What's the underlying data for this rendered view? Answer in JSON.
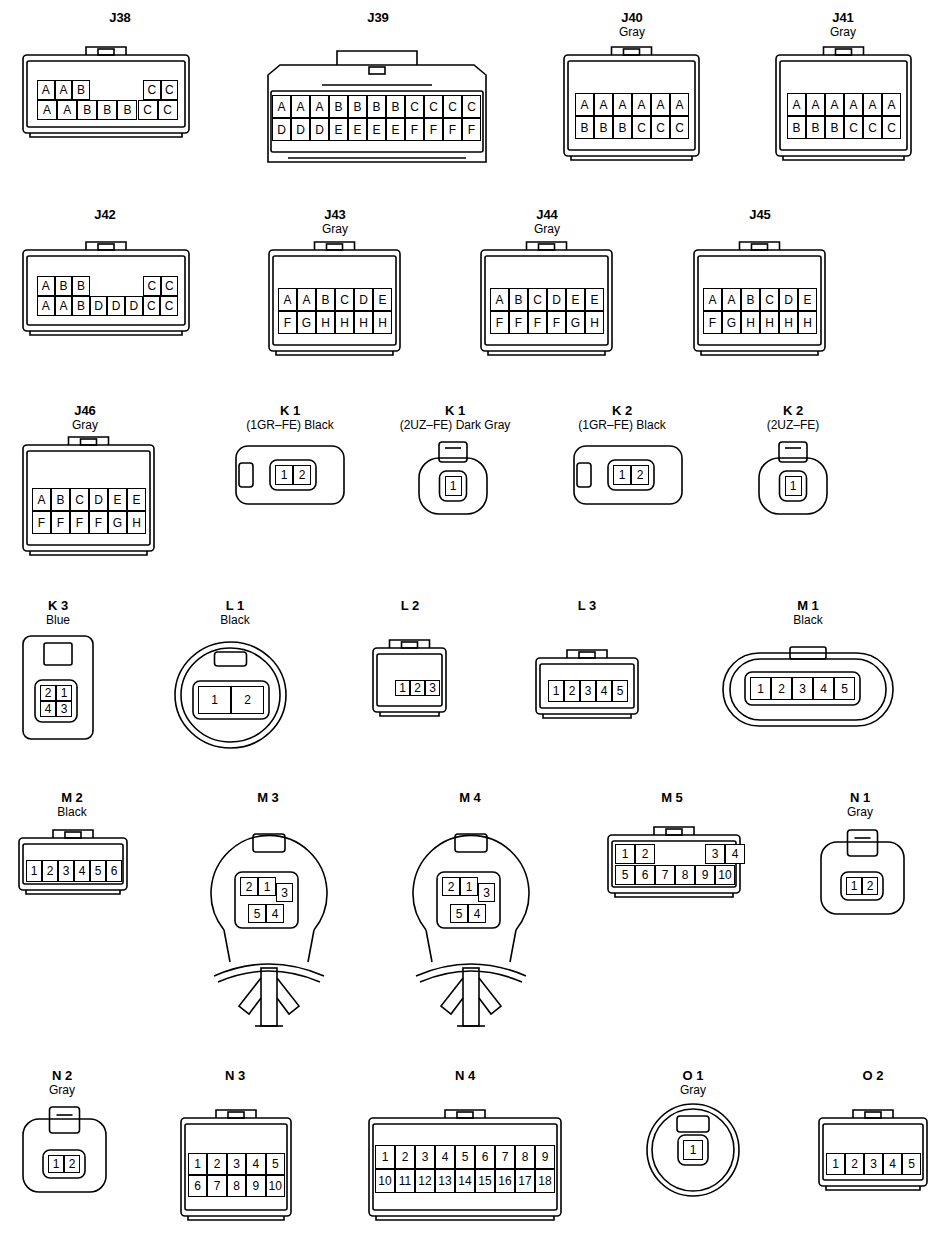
{
  "diagram": {
    "nodes": [
      {
        "text": [
          "J38"
        ]
      },
      {
        "text": [
          "A"
        ],
        "in": 0
      },
      {
        "text": [
          "A"
        ],
        "in": 0
      },
      {
        "text": [
          "B"
        ],
        "in": 0
      },
      {
        "text": [
          "C"
        ],
        "in": 0
      },
      {
        "text": [
          "C"
        ],
        "in": 0
      },
      {
        "text": [
          "A"
        ],
        "in": 0
      },
      {
        "text": [
          "A"
        ],
        "in": 0
      },
      {
        "text": [
          "B"
        ],
        "in": 0
      },
      {
        "text": [
          "B"
        ],
        "in": 0
      },
      {
        "text": [
          "B"
        ],
        "in": 0
      },
      {
        "text": [
          "C"
        ],
        "in": 0
      },
      {
        "text": [
          "C"
        ],
        "in": 0
      },
      {
        "text": [
          "J39"
        ]
      },
      {
        "text": [
          "A"
        ],
        "in": 13
      },
      {
        "text": [
          "A"
        ],
        "in": 13
      },
      {
        "text": [
          "A"
        ],
        "in": 13
      },
      {
        "text": [
          "B"
        ],
        "in": 13
      },
      {
        "text": [
          "B"
        ],
        "in": 13
      },
      {
        "text": [
          "B"
        ],
        "in": 13
      },
      {
        "text": [
          "B"
        ],
        "in": 13
      },
      {
        "text": [
          "C"
        ],
        "in": 13
      },
      {
        "text": [
          "C"
        ],
        "in": 13
      },
      {
        "text": [
          "C"
        ],
        "in": 13
      },
      {
        "text": [
          "C"
        ],
        "in": 13
      },
      {
        "text": [
          "D"
        ],
        "in": 13
      },
      {
        "text": [
          "D"
        ],
        "in": 13
      },
      {
        "text": [
          "D"
        ],
        "in": 13
      },
      {
        "text": [
          "E"
        ],
        "in": 13
      },
      {
        "text": [
          "E"
        ],
        "in": 13
      },
      {
        "text": [
          "E"
        ],
        "in": 13
      },
      {
        "text": [
          "E"
        ],
        "in": 13
      },
      {
        "text": [
          "F"
        ],
        "in": 13
      },
      {
        "text": [
          "F"
        ],
        "in": 13
      },
      {
        "text": [
          "F"
        ],
        "in": 13
      },
      {
        "text": [
          "F"
        ],
        "in": 13
      },
      {
        "text": [
          "J40",
          "Gray"
        ]
      },
      {
        "text": [
          "A"
        ],
        "in": 36
      },
      {
        "text": [
          "A"
        ],
        "in": 36
      },
      {
        "text": [
          "A"
        ],
        "in": 36
      },
      {
        "text": [
          "A"
        ],
        "in": 36
      },
      {
        "text": [
          "A"
        ],
        "in": 36
      },
      {
        "text": [
          "A"
        ],
        "in": 36
      },
      {
        "text": [
          "B"
        ],
        "in": 36
      },
      {
        "text": [
          "B"
        ],
        "in": 36
      },
      {
        "text": [
          "B"
        ],
        "in": 36
      },
      {
        "text": [
          "C"
        ],
        "in": 36
      },
      {
        "text": [
          "C"
        ],
        "in": 36
      },
      {
        "text": [
          "C"
        ],
        "in": 36
      },
      {
        "text": [
          "J41",
          "Gray"
        ]
      },
      {
        "text": [
          "A"
        ],
        "in": 49
      },
      {
        "text": [
          "A"
        ],
        "in": 49
      },
      {
        "text": [
          "A"
        ],
        "in": 49
      },
      {
        "text": [
          "A"
        ],
        "in": 49
      },
      {
        "text": [
          "A"
        ],
        "in": 49
      },
      {
        "text": [
          "A"
        ],
        "in": 49
      },
      {
        "text": [
          "B"
        ],
        "in": 49
      },
      {
        "text": [
          "B"
        ],
        "in": 49
      },
      {
        "text": [
          "B"
        ],
        "in": 49
      },
      {
        "text": [
          "C"
        ],
        "in": 49
      },
      {
        "text": [
          "C"
        ],
        "in": 49
      },
      {
        "text": [
          "C"
        ],
        "in": 49
      },
      {
        "text": [
          "J42"
        ]
      },
      {
        "text": [
          "A"
        ],
        "in": 62
      },
      {
        "text": [
          "B"
        ],
        "in": 62
      },
      {
        "text": [
          "B"
        ],
        "in": 62
      },
      {
        "text": [
          "C"
        ],
        "in": 62
      },
      {
        "text": [
          "C"
        ],
        "in": 62
      },
      {
        "text": [
          "A"
        ],
        "in": 62
      },
      {
        "text": [
          "A"
        ],
        "in": 62
      },
      {
        "text": [
          "B"
        ],
        "in": 62
      },
      {
        "text": [
          "D"
        ],
        "in": 62
      },
      {
        "text": [
          "D"
        ],
        "in": 62
      },
      {
        "text": [
          "D"
        ],
        "in": 62
      },
      {
        "text": [
          "C"
        ],
        "in": 62
      },
      {
        "text": [
          "C"
        ],
        "in": 62
      },
      {
        "text": [
          "J43",
          "Gray"
        ]
      },
      {
        "text": [
          "A"
        ],
        "in": 76
      },
      {
        "text": [
          "A"
        ],
        "in": 76
      },
      {
        "text": [
          "B"
        ],
        "in": 76
      },
      {
        "text": [
          "C"
        ],
        "in": 76
      },
      {
        "text": [
          "D"
        ],
        "in": 76
      },
      {
        "text": [
          "E"
        ],
        "in": 76
      },
      {
        "text": [
          "F"
        ],
        "in": 76
      },
      {
        "text": [
          "G"
        ],
        "in": 76
      },
      {
        "text": [
          "H"
        ],
        "in": 76
      },
      {
        "text": [
          "H"
        ],
        "in": 76
      },
      {
        "text": [
          "H"
        ],
        "in": 76
      },
      {
        "text": [
          "H"
        ],
        "in": 76
      },
      {
        "text": [
          "J44",
          "Gray"
        ]
      },
      {
        "text": [
          "A"
        ],
        "in": 89
      },
      {
        "text": [
          "B"
        ],
        "in": 89
      },
      {
        "text": [
          "C"
        ],
        "in": 89
      },
      {
        "text": [
          "D"
        ],
        "in": 89
      },
      {
        "text": [
          "E"
        ],
        "in": 89
      },
      {
        "text": [
          "E"
        ],
        "in": 89
      },
      {
        "text": [
          "F"
        ],
        "in": 89
      },
      {
        "text": [
          "F"
        ],
        "in": 89
      },
      {
        "text": [
          "F"
        ],
        "in": 89
      },
      {
        "text": [
          "F"
        ],
        "in": 89
      },
      {
        "text": [
          "G"
        ],
        "in": 89
      },
      {
        "text": [
          "H"
        ],
        "in": 89
      },
      {
        "text": [
          "J45"
        ]
      },
      {
        "text": [
          "A"
        ],
        "in": 102
      },
      {
        "text": [
          "A"
        ],
        "in": 102
      },
      {
        "text": [
          "B"
        ],
        "in": 102
      },
      {
        "text": [
          "C"
        ],
        "in": 102
      },
      {
        "text": [
          "D"
        ],
        "in": 102
      },
      {
        "text": [
          "E"
        ],
        "in": 102
      },
      {
        "text": [
          "F"
        ],
        "in": 102
      },
      {
        "text": [
          "G"
        ],
        "in": 102
      },
      {
        "text": [
          "H"
        ],
        "in": 102
      },
      {
        "text": [
          "H"
        ],
        "in": 102
      },
      {
        "text": [
          "H"
        ],
        "in": 102
      },
      {
        "text": [
          "H"
        ],
        "in": 102
      },
      {
        "text": [
          "J46",
          "Gray"
        ]
      },
      {
        "text": [
          "A"
        ],
        "in": 115
      },
      {
        "text": [
          "B"
        ],
        "in": 115
      },
      {
        "text": [
          "C"
        ],
        "in": 115
      },
      {
        "text": [
          "D"
        ],
        "in": 115
      },
      {
        "text": [
          "E"
        ],
        "in": 115
      },
      {
        "text": [
          "E"
        ],
        "in": 115
      },
      {
        "text": [
          "F"
        ],
        "in": 115
      },
      {
        "text": [
          "F"
        ],
        "in": 115
      },
      {
        "text": [
          "F"
        ],
        "in": 115
      },
      {
        "text": [
          "F"
        ],
        "in": 115
      },
      {
        "text": [
          "G"
        ],
        "in": 115
      },
      {
        "text": [
          "H"
        ],
        "in": 115
      },
      {
        "text": [
          "K 1",
          "(1GR–FE)  Black"
        ]
      },
      {
        "text": [
          "1"
        ],
        "in": 128
      },
      {
        "text": [
          "2"
        ],
        "in": 128
      },
      {
        "text": [
          "K 1",
          "(2UZ–FE)  Dark Gray"
        ]
      },
      {
        "text": [
          "1"
        ],
        "in": 131
      },
      {
        "text": [
          "K 2",
          "(1GR–FE)  Black"
        ]
      },
      {
        "text": [
          "1"
        ],
        "in": 133
      },
      {
        "text": [
          "2"
        ],
        "in": 133
      },
      {
        "text": [
          "K 2",
          "(2UZ–FE)"
        ]
      },
      {
        "text": [
          "1"
        ],
        "in": 136
      },
      {
        "text": [
          "K 3",
          "Blue"
        ]
      },
      {
        "text": [
          "2"
        ],
        "in": 138
      },
      {
        "text": [
          "1"
        ],
        "in": 138
      },
      {
        "text": [
          "4"
        ],
        "in": 138
      },
      {
        "text": [
          "3"
        ],
        "in": 138
      },
      {
        "text": [
          "L 1",
          "Black"
        ]
      },
      {
        "text": [
          "1"
        ],
        "in": 143
      },
      {
        "text": [
          "2"
        ],
        "in": 143
      },
      {
        "text": [
          "L 2"
        ]
      },
      {
        "text": [
          "1"
        ],
        "in": 146
      },
      {
        "text": [
          "2"
        ],
        "in": 146
      },
      {
        "text": [
          "3"
        ],
        "in": 146
      },
      {
        "text": [
          "L 3"
        ]
      },
      {
        "text": [
          "1"
        ],
        "in": 150
      },
      {
        "text": [
          "2"
        ],
        "in": 150
      },
      {
        "text": [
          "3"
        ],
        "in": 150
      },
      {
        "text": [
          "4"
        ],
        "in": 150
      },
      {
        "text": [
          "5"
        ],
        "in": 150
      },
      {
        "text": [
          "M 1",
          "Black"
        ]
      },
      {
        "text": [
          "1"
        ],
        "in": 156
      },
      {
        "text": [
          "2"
        ],
        "in": 156
      },
      {
        "text": [
          "3"
        ],
        "in": 156
      },
      {
        "text": [
          "4"
        ],
        "in": 156
      },
      {
        "text": [
          "5"
        ],
        "in": 156
      },
      {
        "text": [
          "M 2",
          "Black"
        ]
      },
      {
        "text": [
          "1"
        ],
        "in": 162
      },
      {
        "text": [
          "2"
        ],
        "in": 162
      },
      {
        "text": [
          "3"
        ],
        "in": 162
      },
      {
        "text": [
          "4"
        ],
        "in": 162
      },
      {
        "text": [
          "5"
        ],
        "in": 162
      },
      {
        "text": [
          "6"
        ],
        "in": 162
      },
      {
        "text": [
          "M 3"
        ]
      },
      {
        "text": [
          "2"
        ],
        "in": 169
      },
      {
        "text": [
          "1"
        ],
        "in": 169
      },
      {
        "text": [
          "3"
        ],
        "in": 169
      },
      {
        "text": [
          "5"
        ],
        "in": 169
      },
      {
        "text": [
          "4"
        ],
        "in": 169
      },
      {
        "text": [
          "M 4"
        ]
      },
      {
        "text": [
          "2"
        ],
        "in": 175
      },
      {
        "text": [
          "1"
        ],
        "in": 175
      },
      {
        "text": [
          "3"
        ],
        "in": 175
      },
      {
        "text": [
          "5"
        ],
        "in": 175
      },
      {
        "text": [
          "4"
        ],
        "in": 175
      },
      {
        "text": [
          "M 5"
        ]
      },
      {
        "text": [
          "1"
        ],
        "in": 181
      },
      {
        "text": [
          "2"
        ],
        "in": 181
      },
      {
        "text": [
          "3"
        ],
        "in": 181
      },
      {
        "text": [
          "4"
        ],
        "in": 181
      },
      {
        "text": [
          "5"
        ],
        "in": 181
      },
      {
        "text": [
          "6"
        ],
        "in": 181
      },
      {
        "text": [
          "7"
        ],
        "in": 181
      },
      {
        "text": [
          "8"
        ],
        "in": 181
      },
      {
        "text": [
          "9"
        ],
        "in": 181
      },
      {
        "text": [
          "10"
        ],
        "in": 181
      },
      {
        "text": [
          "N 1",
          "Gray"
        ]
      },
      {
        "text": [
          "1"
        ],
        "in": 192
      },
      {
        "text": [
          "2"
        ],
        "in": 192
      },
      {
        "text": [
          "N 2",
          "Gray"
        ]
      },
      {
        "text": [
          "1"
        ],
        "in": 195
      },
      {
        "text": [
          "2"
        ],
        "in": 195
      },
      {
        "text": [
          "N 3"
        ]
      },
      {
        "text": [
          "1"
        ],
        "in": 198
      },
      {
        "text": [
          "2"
        ],
        "in": 198
      },
      {
        "text": [
          "3"
        ],
        "in": 198
      },
      {
        "text": [
          "4"
        ],
        "in": 198
      },
      {
        "text": [
          "5"
        ],
        "in": 198
      },
      {
        "text": [
          "6"
        ],
        "in": 198
      },
      {
        "text": [
          "7"
        ],
        "in": 198
      },
      {
        "text": [
          "8"
        ],
        "in": 198
      },
      {
        "text": [
          "9"
        ],
        "in": 198
      },
      {
        "text": [
          "10"
        ],
        "in": 198
      },
      {
        "text": [
          "N 4"
        ]
      },
      {
        "text": [
          "1"
        ],
        "in": 209
      },
      {
        "text": [
          "2"
        ],
        "in": 209
      },
      {
        "text": [
          "3"
        ],
        "in": 209
      },
      {
        "text": [
          "4"
        ],
        "in": 209
      },
      {
        "text": [
          "5"
        ],
        "in": 209
      },
      {
        "text": [
          "6"
        ],
        "in": 209
      },
      {
        "text": [
          "7"
        ],
        "in": 209
      },
      {
        "text": [
          "8"
        ],
        "in": 209
      },
      {
        "text": [
          "9"
        ],
        "in": 209
      },
      {
        "text": [
          "10"
        ],
        "in": 209
      },
      {
        "text": [
          "11"
        ],
        "in": 209
      },
      {
        "text": [
          "12"
        ],
        "in": 209
      },
      {
        "text": [
          "13"
        ],
        "in": 209
      },
      {
        "text": [
          "14"
        ],
        "in": 209
      },
      {
        "text": [
          "15"
        ],
        "in": 209
      },
      {
        "text": [
          "16"
        ],
        "in": 209
      },
      {
        "text": [
          "17"
        ],
        "in": 209
      },
      {
        "text": [
          "18"
        ],
        "in": 209
      },
      {
        "text": [
          "O 1",
          "Gray"
        ]
      },
      {
        "text": [
          "1"
        ],
        "in": 228
      },
      {
        "text": [
          "O 2"
        ]
      },
      {
        "text": [
          "1"
        ],
        "in": 230
      },
      {
        "text": [
          "2"
        ],
        "in": 230
      },
      {
        "text": [
          "3"
        ],
        "in": 230
      },
      {
        "text": [
          "4"
        ],
        "in": 230
      },
      {
        "text": [
          "5"
        ],
        "in": 230
      }
    ]
  }
}
